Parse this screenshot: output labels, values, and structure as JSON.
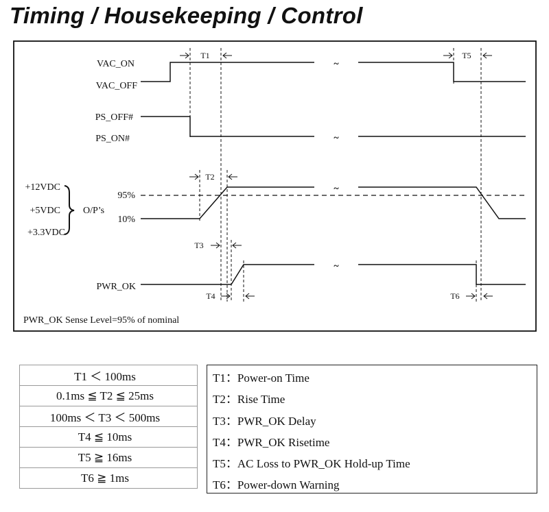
{
  "title": "Timing / Housekeeping / Control",
  "signals": {
    "vac_on": "VAC_ON",
    "vac_off": "VAC_OFF",
    "ps_off": "PS_OFF#",
    "ps_on": "PS_ON#",
    "v12": "+12VDC",
    "v5": "+5VDC",
    "v33": "+3.3VDC",
    "ops": "O/P’s",
    "p95": "95%",
    "p10": "10%",
    "pwr_ok": "PWR_OK"
  },
  "markers": [
    "T1",
    "T2",
    "T3",
    "T4",
    "T5",
    "T6"
  ],
  "break_symbol": "~",
  "note": "PWR_OK Sense Level=95% of nominal",
  "specs": [
    "T1 ＜ 100ms",
    "0.1ms ≦ T2 ≦ 25ms",
    "100ms ＜ T3 ＜ 500ms",
    "T4 ≦ 10ms",
    "T5 ≧ 16ms",
    "T6 ≧ 1ms"
  ],
  "definitions": [
    "T1：Power-on Time",
    "T2：Rise Time",
    "T3：PWR_OK Delay",
    "T4：PWR_OK Risetime",
    "T5：AC Loss to PWR_OK Hold-up Time",
    "T6：Power-down Warning"
  ]
}
